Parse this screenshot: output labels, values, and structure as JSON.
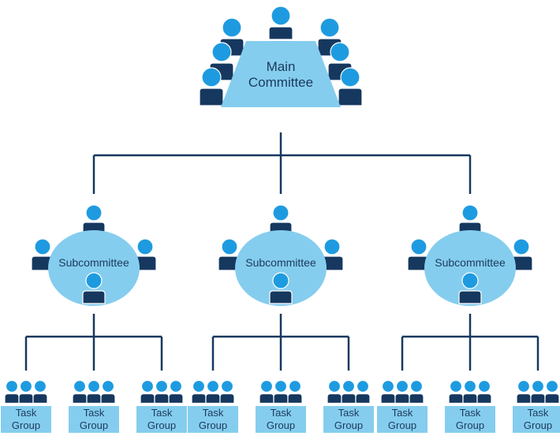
{
  "main": {
    "line1": "Main",
    "line2": "Committee"
  },
  "subcommittees": [
    {
      "label": "Subcommittee"
    },
    {
      "label": "Subcommittee"
    },
    {
      "label": "Subcommittee"
    }
  ],
  "task_groups": [
    {
      "line1": "Task",
      "line2": "Group"
    },
    {
      "line1": "Task",
      "line2": "Group"
    },
    {
      "line1": "Task",
      "line2": "Group"
    },
    {
      "line1": "Task",
      "line2": "Group"
    },
    {
      "line1": "Task",
      "line2": "Group"
    },
    {
      "line1": "Task",
      "line2": "Group"
    },
    {
      "line1": "Task",
      "line2": "Group"
    },
    {
      "line1": "Task",
      "line2": "Group"
    },
    {
      "line1": "Task",
      "line2": "Group"
    }
  ],
  "colors": {
    "head": "#1e9be0",
    "body": "#16385f",
    "table": "#85cdee",
    "line": "#16385f"
  }
}
